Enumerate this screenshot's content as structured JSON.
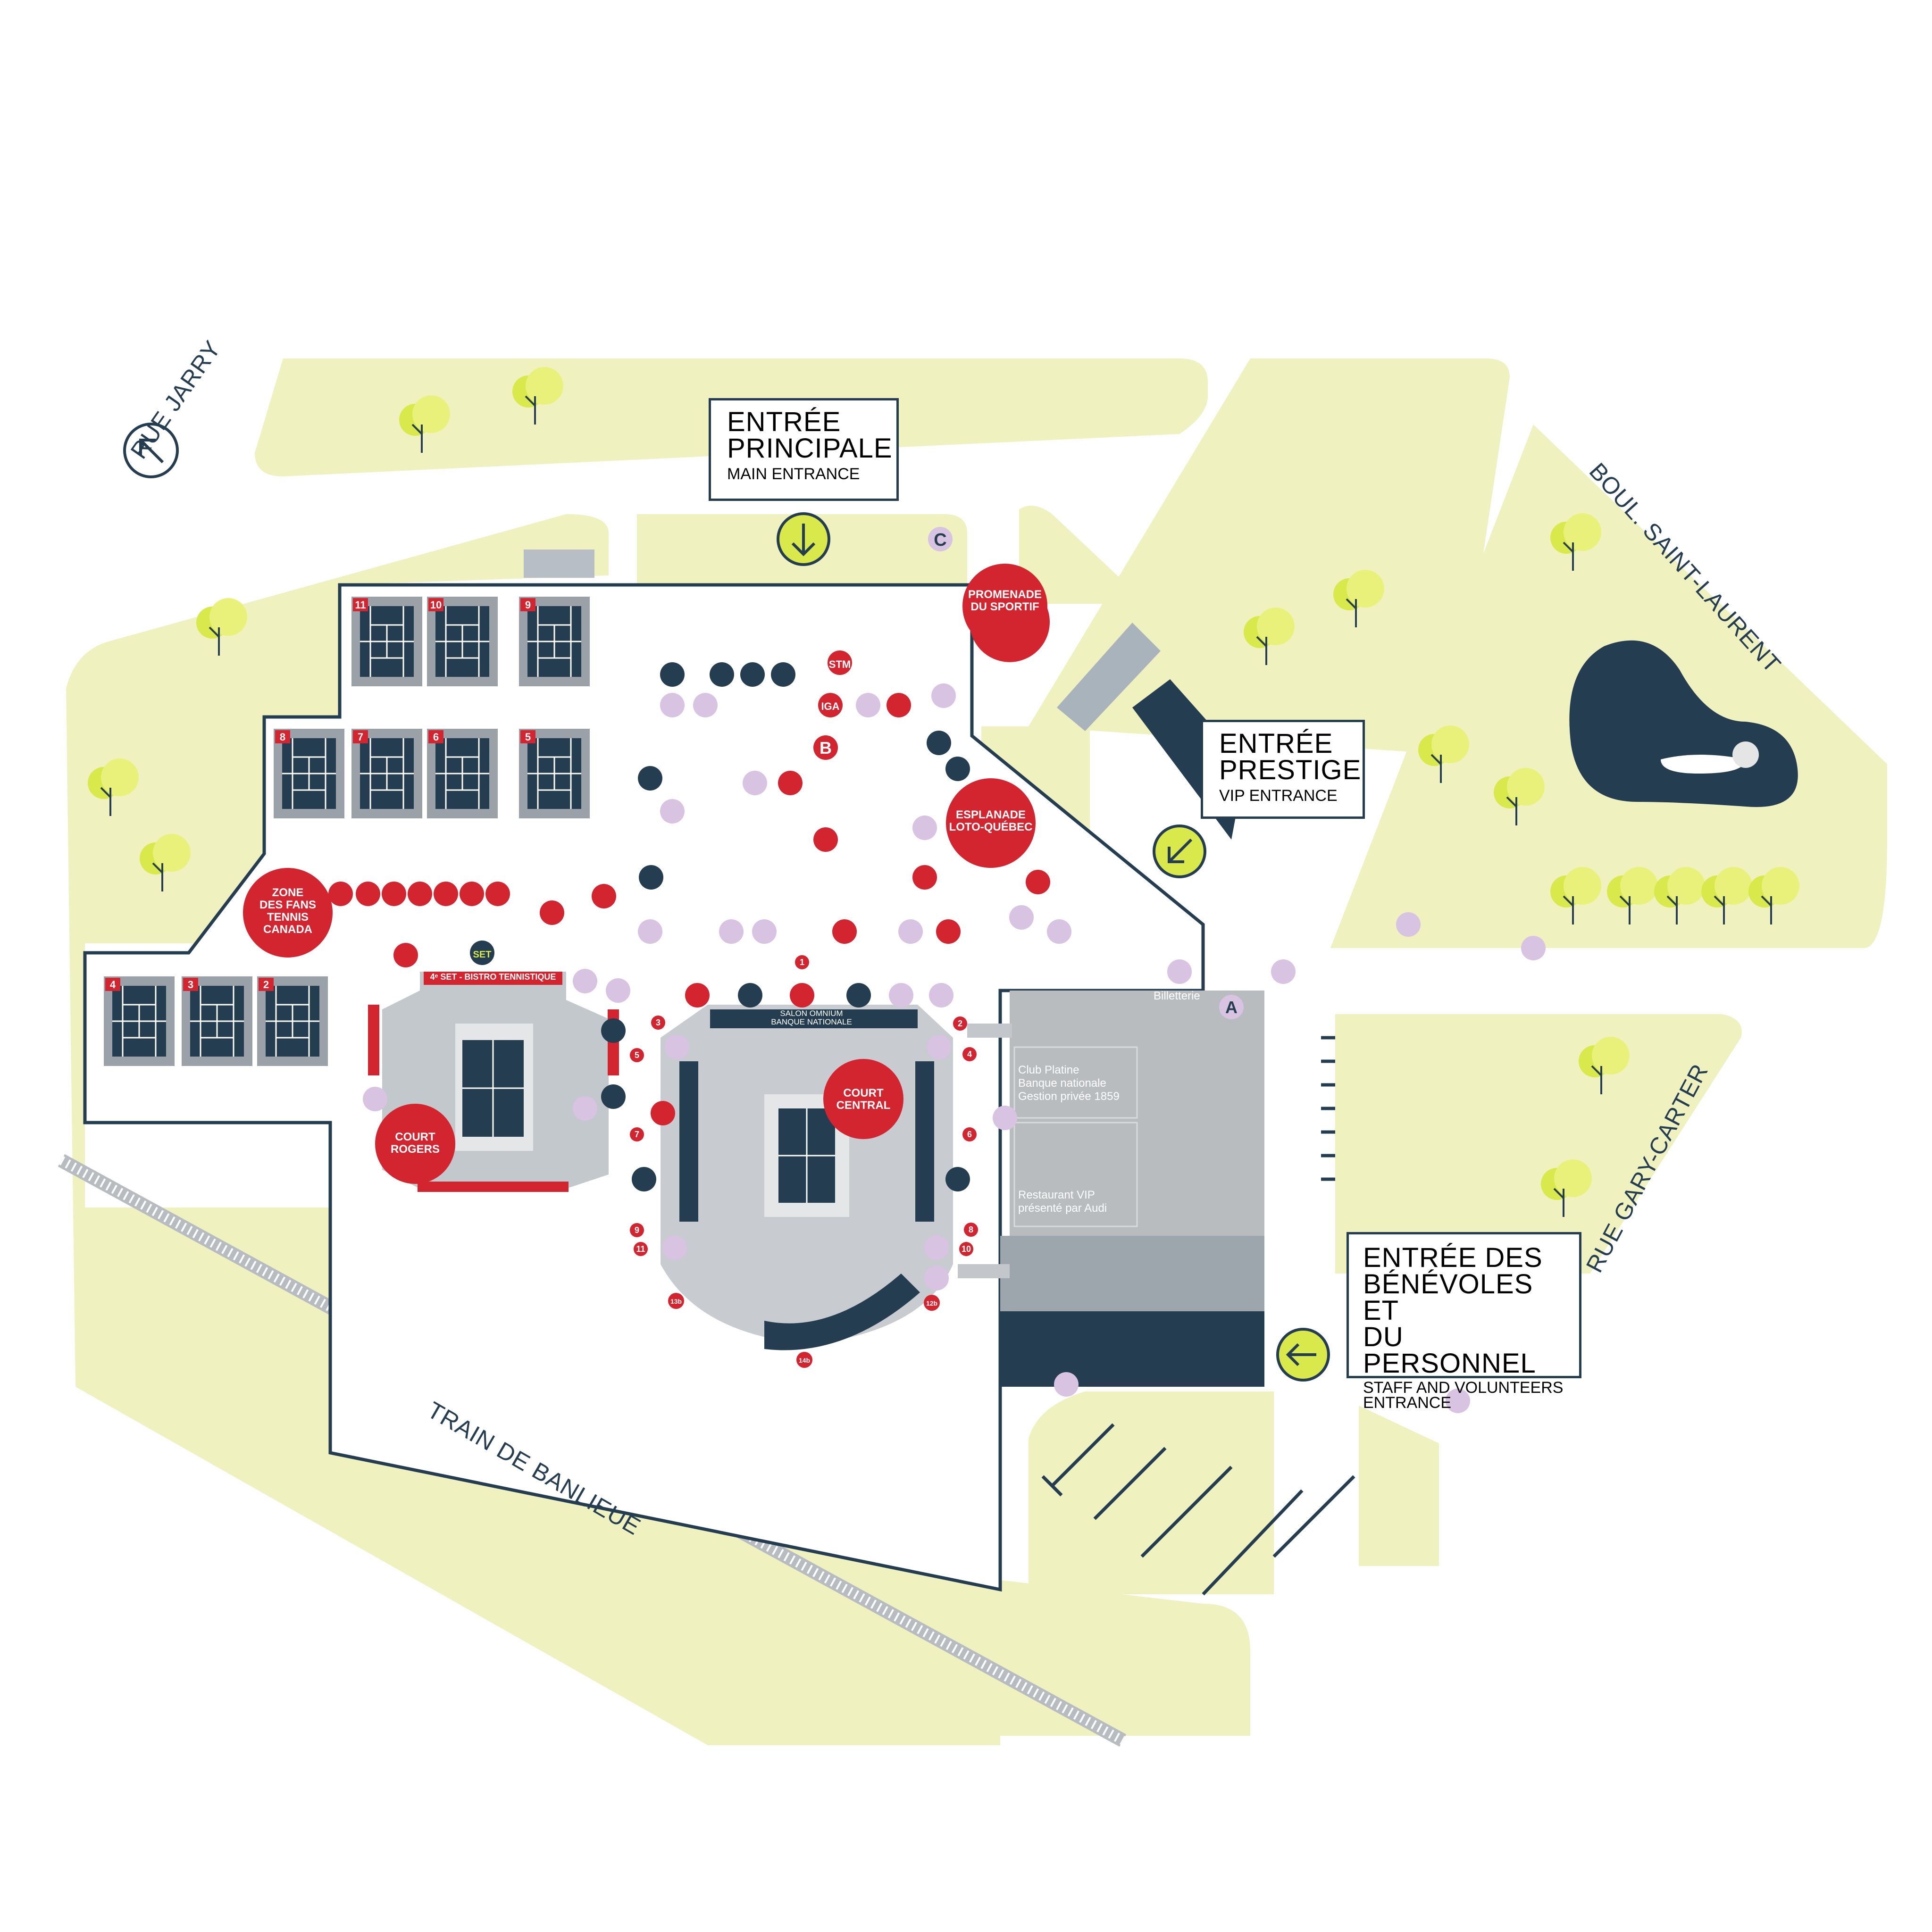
{
  "entrances": {
    "main": {
      "title_fr": "ENTRÉE\nPRINCIPALE",
      "line1": "ENTRÉE",
      "line2": "PRINCIPALE",
      "subtitle": "MAIN ENTRANCE"
    },
    "prestige": {
      "line1": "ENTRÉE",
      "line2": "PRESTIGE",
      "subtitle": "VIP ENTRANCE"
    },
    "staff": {
      "line1": "ENTRÉE DES",
      "line2": "BÉNÉVOLES ET",
      "line3": "DU PERSONNEL",
      "subtitle1": "STAFF AND VOLUNTEERS",
      "subtitle2": "ENTRANCE"
    }
  },
  "streets": {
    "jarry": "RUE JARRY",
    "saint_laurent": "BOUL. SAINT-LAURENT",
    "gary_carter": "RUE GARY-CARTER",
    "train": "TRAIN DE BANLIEUE"
  },
  "zones": {
    "promenade_line1": "PROMENADE",
    "promenade_line2": "DU SPORTIF",
    "esplanade_line1": "ESPLANADE",
    "esplanade_line2": "LOTO-QUÉBEC",
    "fans_line1": "ZONE",
    "fans_line2": "DES FANS",
    "fans_line3": "TENNIS",
    "fans_line4": "CANADA",
    "rogers_line1": "COURT",
    "rogers_line2": "ROGERS",
    "central_line1": "COURT",
    "central_line2": "CENTRAL"
  },
  "venues": {
    "bistro": "4ᵉ SET - BISTRO TENNISTIQUE",
    "salon_line1": "SALON OMNIUM",
    "salon_line2": "BANQUE NATIONALE",
    "billetterie": "Billetterie",
    "club_line1": "Club Platine",
    "club_line2": "Banque nationale",
    "club_line3": "Gestion privée 1859",
    "resto_line1": "Restaurant VIP",
    "resto_line2": "présenté par Audi",
    "stm": "STM",
    "iga": "IGA",
    "set_logo": "SET"
  },
  "gate_letters": {
    "a": "A",
    "b": "B",
    "c": "C"
  },
  "court_numbers": [
    "11",
    "10",
    "9",
    "8",
    "7",
    "6",
    "5",
    "4",
    "3",
    "2"
  ],
  "section_numbers": [
    "1",
    "2",
    "3",
    "4",
    "5",
    "6",
    "7",
    "8",
    "9",
    "10",
    "11",
    "12b",
    "13b",
    "14b"
  ],
  "icons": [
    "north-arrow-icon",
    "entrance-arrow-icon",
    "tree-icon",
    "restroom-icon",
    "water-icon",
    "food-icon",
    "elevator-icon",
    "info-icon",
    "stroller-icon",
    "first-aid-icon",
    "bike-icon",
    "wheelchair-icon",
    "bus-icon",
    "taxi-icon",
    "ticket-icon",
    "shopping-icon",
    "heart-icon"
  ],
  "colors": {
    "park": "#eff1bf",
    "navy": "#253d50",
    "red": "#d3252f",
    "lilac": "#d8c3e2",
    "tree": "#d9e84a",
    "grey": "#a9afb5",
    "court": "#253d50"
  }
}
